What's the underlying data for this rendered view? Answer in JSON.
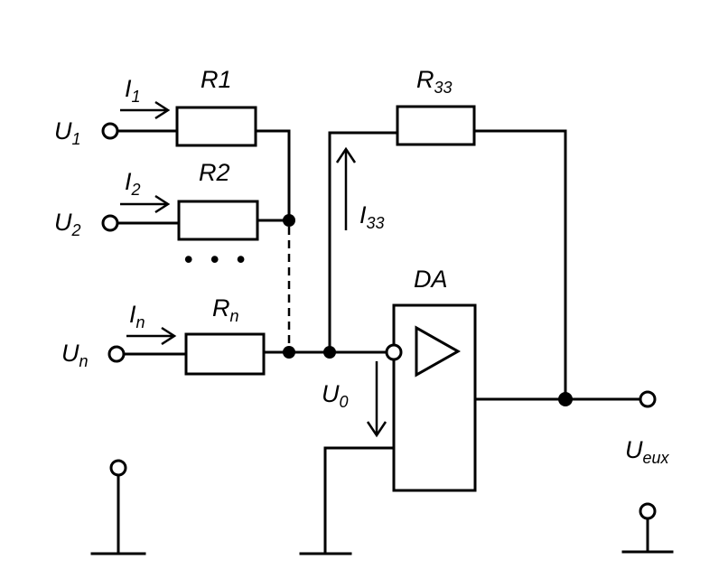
{
  "labels": {
    "i1": {
      "main": "I",
      "sub": "1"
    },
    "i2": {
      "main": "I",
      "sub": "2"
    },
    "in": {
      "main": "I",
      "sub": "n"
    },
    "r1": "R1",
    "r2": "R2",
    "rn": {
      "main": "R",
      "sub": "n"
    },
    "r33": {
      "main": "R",
      "sub": "33"
    },
    "i33": {
      "main": "I",
      "sub": "33"
    },
    "u1": {
      "main": "U",
      "sub": "1"
    },
    "u2": {
      "main": "U",
      "sub": "2"
    },
    "un": {
      "main": "U",
      "sub": "n"
    },
    "u0": {
      "main": "U",
      "sub": "0"
    },
    "da": "DA",
    "uout": {
      "main": "U",
      "sub": "eux"
    },
    "ellipsis": "• • •"
  }
}
